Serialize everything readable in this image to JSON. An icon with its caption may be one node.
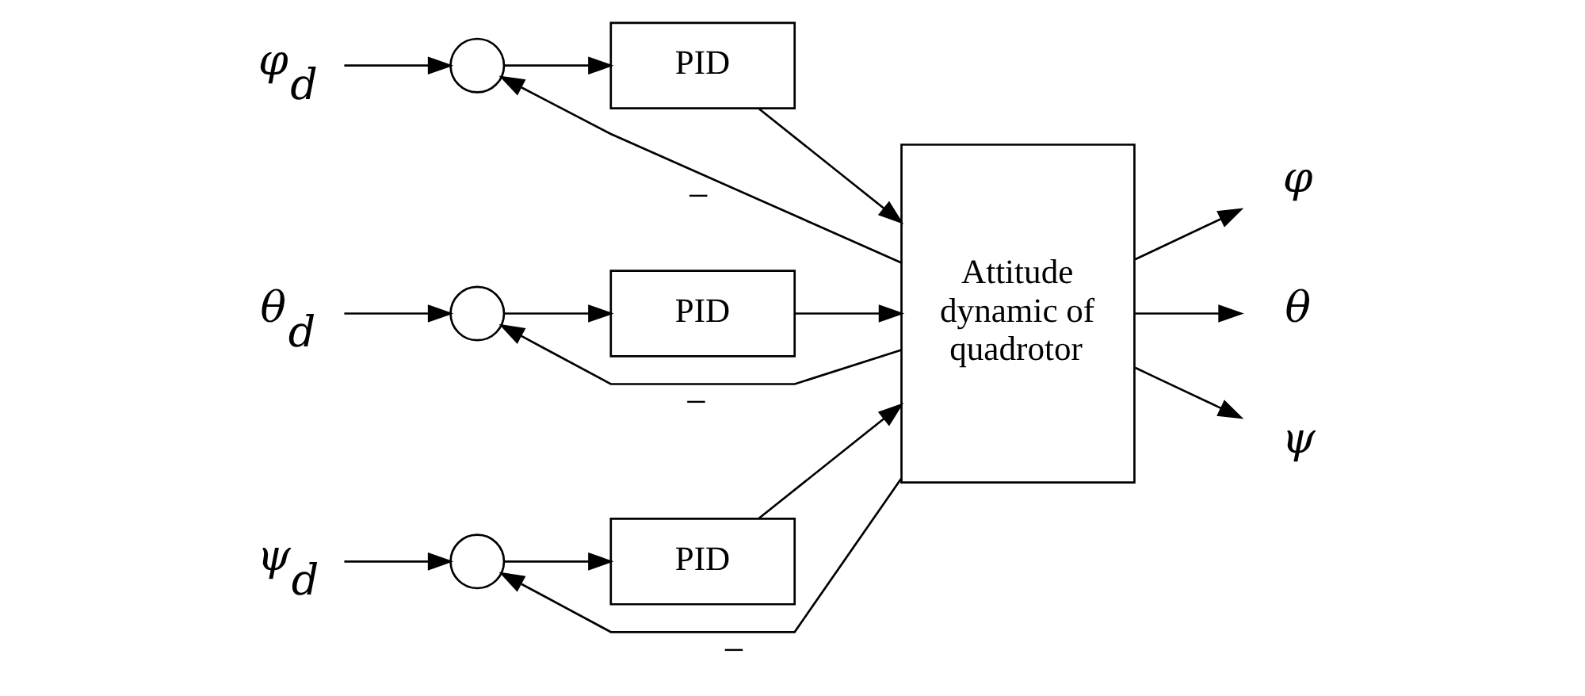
{
  "diagram": {
    "nodes": [
      {
        "text": [
          "φ$_{d}$"
        ]
      },
      {
        "text": [
          "θ$_{d}$"
        ]
      },
      {
        "text": [
          "ψ$_{d}$"
        ]
      },
      {
        "text": [],
        "shape": "circle"
      },
      {
        "text": [],
        "shape": "circle"
      },
      {
        "text": [],
        "shape": "circle"
      },
      {
        "text": [
          "PID"
        ]
      },
      {
        "text": [
          "PID"
        ]
      },
      {
        "text": [
          "PID"
        ]
      },
      {
        "text": [
          "Attitude dynamic of quadrotor"
        ]
      },
      {
        "text": [
          "φ"
        ]
      },
      {
        "text": [
          "θ"
        ]
      },
      {
        "text": [
          "ψ"
        ]
      }
    ],
    "edges": [
      {
        "from": 0,
        "to": 3,
        "arrow": "to"
      },
      {
        "from": 1,
        "to": 4,
        "arrow": "to"
      },
      {
        "from": 2,
        "to": 5,
        "arrow": "to"
      },
      {
        "from": 3,
        "to": 6,
        "arrow": "to"
      },
      {
        "from": 4,
        "to": 7,
        "arrow": "to"
      },
      {
        "from": 5,
        "to": 8,
        "arrow": "to"
      },
      {
        "from": 6,
        "to": 9,
        "arrow": "to"
      },
      {
        "from": 7,
        "to": 9,
        "arrow": "to"
      },
      {
        "from": 8,
        "to": 9,
        "arrow": "to"
      },
      {
        "from": 9,
        "to": 10,
        "arrow": "to"
      },
      {
        "from": 9,
        "to": 11,
        "arrow": "to"
      },
      {
        "from": 9,
        "to": 12,
        "arrow": "to"
      },
      {
        "from": 9,
        "to": 3,
        "arrow": "to",
        "label": "−"
      },
      {
        "from": 9,
        "to": 4,
        "arrow": "to",
        "label": "−"
      },
      {
        "from": 9,
        "to": 5,
        "arrow": "to",
        "label": "−"
      }
    ]
  }
}
